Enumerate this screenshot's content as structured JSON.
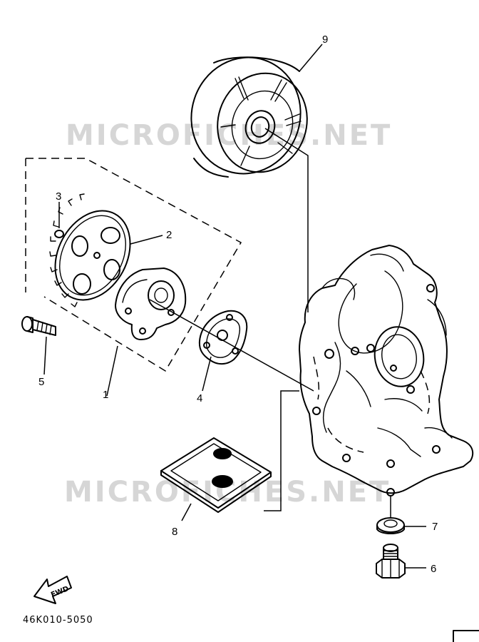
{
  "watermark": "MICROFICHES.NET",
  "part_code": "46K010-5050",
  "fwd_label": "FWD",
  "callouts": [
    "1",
    "2",
    "3",
    "4",
    "5",
    "6",
    "7",
    "8",
    "9"
  ],
  "parts": [
    {
      "number": "1",
      "icon": "oil-pump-assembly-icon"
    },
    {
      "number": "2",
      "icon": "pump-sprocket-gear-icon"
    },
    {
      "number": "3",
      "icon": "circlip-icon"
    },
    {
      "number": "4",
      "icon": "pump-gasket-icon"
    },
    {
      "number": "5",
      "icon": "pan-head-screw-icon"
    },
    {
      "number": "6",
      "icon": "drain-bolt-icon"
    },
    {
      "number": "7",
      "icon": "washer-icon"
    },
    {
      "number": "8",
      "icon": "oil-strainer-icon"
    },
    {
      "number": "9",
      "icon": "rotor-flywheel-icon"
    }
  ]
}
